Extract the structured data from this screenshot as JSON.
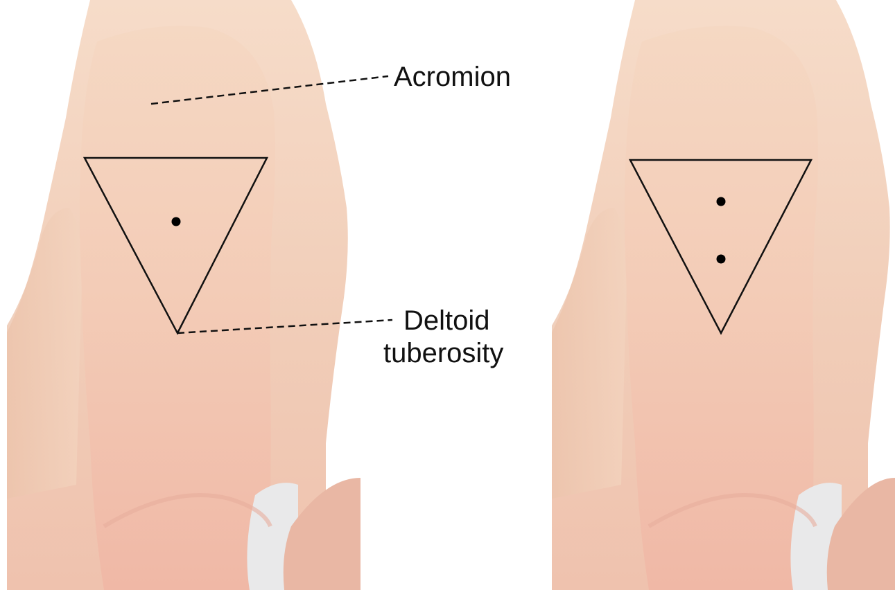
{
  "labels": {
    "acromion": "Acromion",
    "deltoid_line1": "Deltoid",
    "deltoid_line2": "tuberosity"
  },
  "panels": [
    {
      "injection_sites": 1
    },
    {
      "injection_sites": 2
    }
  ],
  "colors": {
    "background": "#ffffff",
    "skin_light": "#f4d8c3",
    "skin_mid": "#efcbb2",
    "skin_shadow": "#e4b9a0",
    "skin_forearm": "#f0b9a8",
    "diaper": "#e9e9ea",
    "outline": "#111111",
    "dot": "#000000"
  }
}
